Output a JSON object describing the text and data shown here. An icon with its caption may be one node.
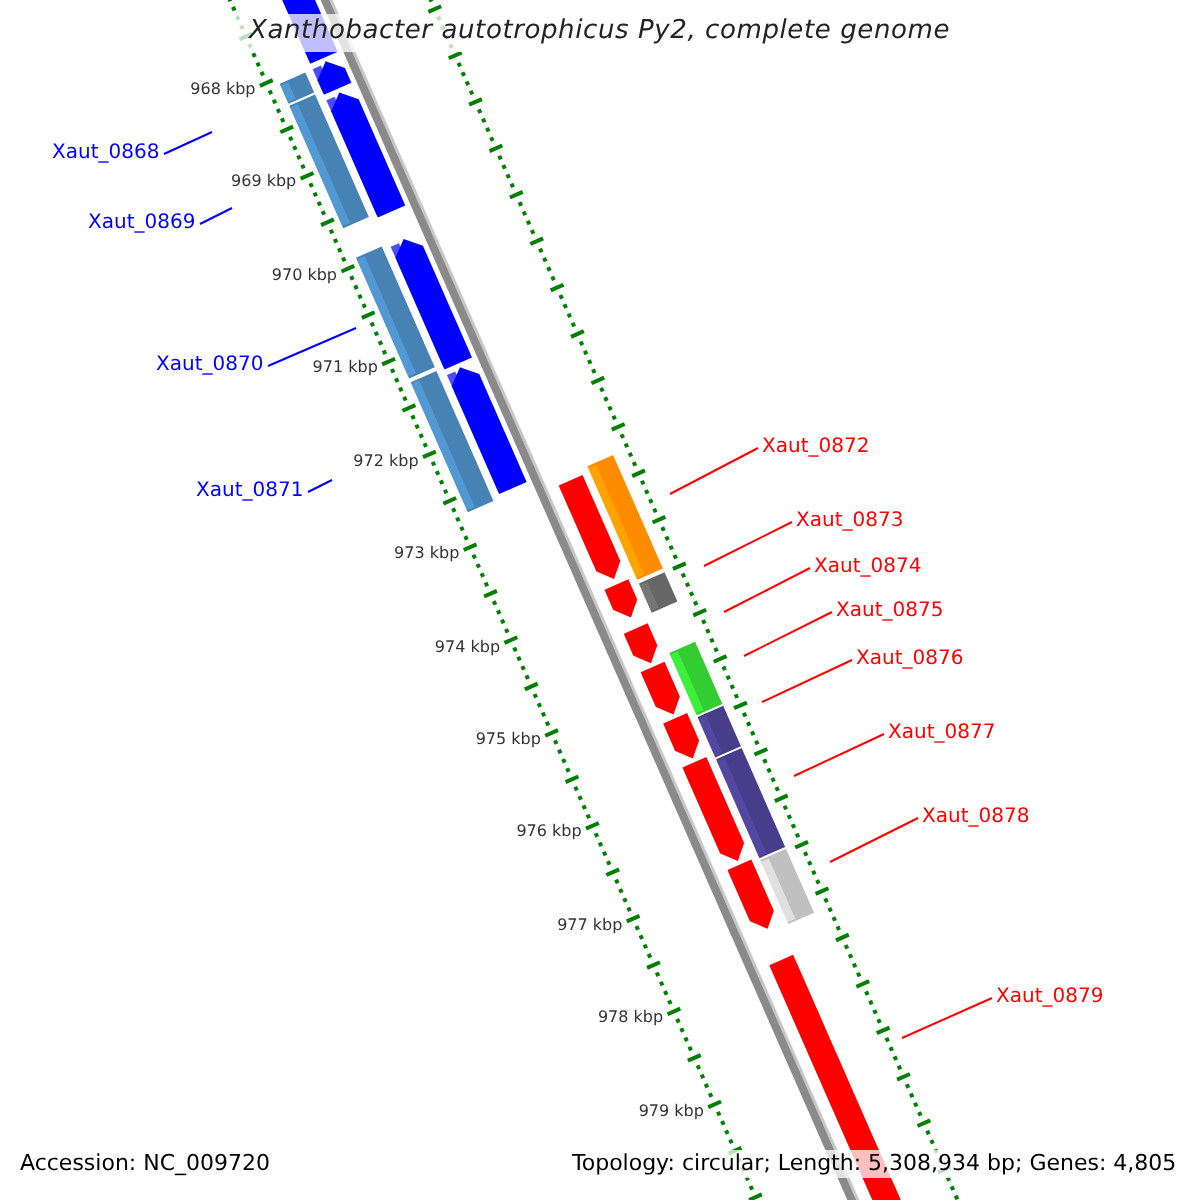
{
  "diagram": {
    "title": "Xanthobacter autotrophicus Py2, complete genome",
    "nodes": [
      {
        "text": [
          "Xaut_0868"
        ]
      },
      {
        "text": [
          "Xaut_0869"
        ]
      },
      {
        "text": [
          "Xaut_0870"
        ]
      },
      {
        "text": [
          "Xaut_0871"
        ]
      },
      {
        "text": [
          "Xaut_0872"
        ]
      },
      {
        "text": [
          "Xaut_0873"
        ]
      },
      {
        "text": [
          "Xaut_0874"
        ]
      },
      {
        "text": [
          "Xaut_0875"
        ]
      },
      {
        "text": [
          "Xaut_0876"
        ]
      },
      {
        "text": [
          "Xaut_0877"
        ]
      },
      {
        "text": [
          "Xaut_0878"
        ]
      },
      {
        "text": [
          "Xaut_0879"
        ]
      }
    ],
    "edges": [
      {
        "from": 0,
        "to": null,
        "arrow": "none",
        "color": "#0000ff"
      },
      {
        "from": 1,
        "to": null,
        "arrow": "none",
        "color": "#0000ff"
      },
      {
        "from": 2,
        "to": null,
        "arrow": "none",
        "color": "#0000ff"
      },
      {
        "from": 3,
        "to": null,
        "arrow": "none",
        "color": "#0000ff"
      },
      {
        "from": 4,
        "to": null,
        "arrow": "none"
      },
      {
        "from": 5,
        "to": null,
        "arrow": "none"
      },
      {
        "from": 6,
        "to": null,
        "arrow": "none"
      },
      {
        "from": 7,
        "to": null,
        "arrow": "none"
      },
      {
        "from": 8,
        "to": null,
        "arrow": "none"
      },
      {
        "from": 9,
        "to": null,
        "arrow": "none"
      },
      {
        "from": 10,
        "to": null,
        "arrow": "none"
      },
      {
        "from": 11,
        "to": null,
        "arrow": "none"
      }
    ],
    "labels": [
      "968 kbp",
      "969 kbp",
      "970 kbp",
      "971 kbp",
      "972 kbp",
      "973 kbp",
      "974 kbp",
      "975 kbp",
      "976 kbp",
      "977 kbp",
      "978 kbp",
      "979 kbp",
      "Accession: NC_009720",
      "Topology: circular; Length: 5,308,934 bp; Genes: 4,805"
    ]
  }
}
